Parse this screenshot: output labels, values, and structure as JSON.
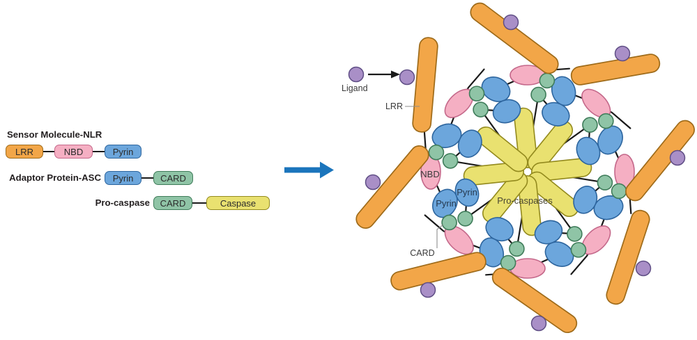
{
  "legend": {
    "rows": [
      {
        "title": "Sensor Molecule-NLR",
        "domains": [
          {
            "label": "LRR",
            "color_key": "lrr"
          },
          {
            "label": "NBD",
            "color_key": "nbd"
          },
          {
            "label": "Pyrin",
            "color_key": "pyrin"
          }
        ]
      },
      {
        "title": "Adaptor Protein-ASC",
        "domains": [
          {
            "label": "Pyrin",
            "color_key": "pyrin"
          },
          {
            "label": "CARD",
            "color_key": "card"
          }
        ]
      },
      {
        "title": "Pro-caspase",
        "domains": [
          {
            "label": "CARD",
            "color_key": "card"
          },
          {
            "label": "Caspase",
            "color_key": "caspase"
          }
        ]
      }
    ]
  },
  "assembly": {
    "labels": {
      "ligand": "Ligand",
      "lrr": "LRR",
      "nbd": "NBD",
      "pyrin_asc": "Pyrin",
      "pyrin_sensor": "Pyrin",
      "card": "CARD",
      "pro_caspases": "Pro-caspases"
    },
    "counts": {
      "spokes": 8,
      "lrr_rods": 8,
      "pro_caspase_rods": 8,
      "ligands": 9
    }
  },
  "colors": {
    "lrr_fill": "#F2A648",
    "lrr_stroke": "#9E6B1A",
    "nbd_fill": "#F5AFC3",
    "nbd_stroke": "#C4688A",
    "pyrin_fill": "#6CA6DC",
    "pyrin_stroke": "#2D659E",
    "card_fill": "#8FC4A6",
    "card_stroke": "#3F7C5A",
    "caspase_fill": "#E9E170",
    "caspase_stroke": "#938A1E",
    "ligand_fill": "#A98FC7",
    "ligand_stroke": "#5F4E85",
    "connector_black": "#1A1A1A",
    "leader_gray": "#8C8C8C",
    "arrow_blue": "#1B75BC",
    "text_dark": "#231F20",
    "label_gray": "#3A3A3A",
    "pyrin_text": "#24384E",
    "caspase_text": "#4A4732"
  }
}
